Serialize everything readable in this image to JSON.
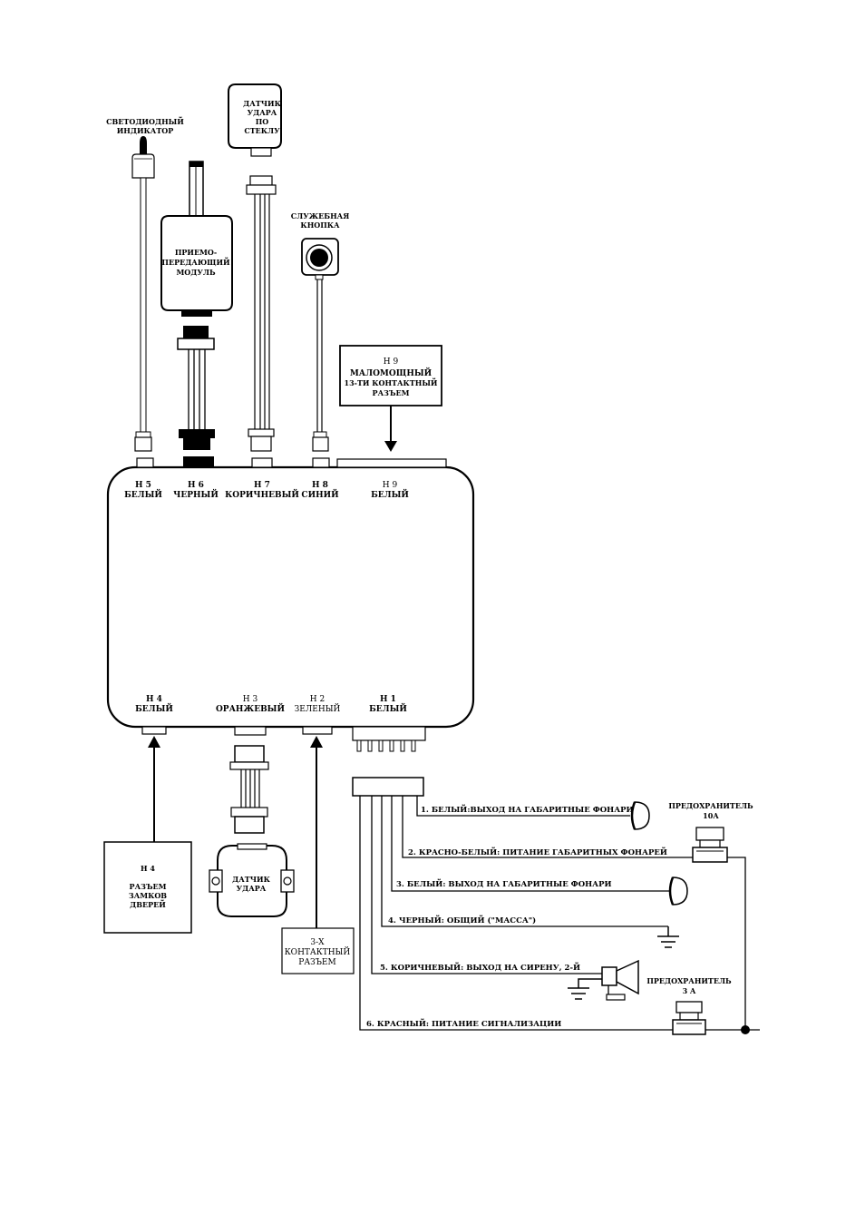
{
  "components": {
    "led": [
      "СВЕТОДИОДНЫЙ",
      "ИНДИКАТОР"
    ],
    "glass_sensor": [
      "ДАТЧИК",
      "УДАРА",
      "ПО",
      "СТЕКЛУ"
    ],
    "service_button": [
      "СЛУЖЕБНАЯ",
      "КНОПКА"
    ],
    "transceiver": [
      "ПРИЕМО-",
      "ПЕРЕДАЮЩИЙ",
      "МОДУЛЬ"
    ],
    "h9_box": [
      "Н 9",
      "МАЛОМОЩНЫЙ",
      "13-ТИ КОНТАКТНЫЙ",
      "РАЗЪЕМ"
    ],
    "h4_box": [
      "Н 4",
      "РАЗЪЕМ",
      "ЗАМКОВ",
      "ДВЕРЕЙ"
    ],
    "shock_sensor": [
      "ДАТЧИК",
      "УДАРА"
    ],
    "three_pin": [
      "3-Х",
      "КОНТАКТНЫЙ",
      "РАЗЪЕМ"
    ],
    "fuse_10a": [
      "ПРЕДОХРАНИТЕЛЬ",
      "10А"
    ],
    "fuse_3a": [
      "ПРЕДОХРАНИТЕЛЬ",
      "3 А"
    ]
  },
  "connectors_top": [
    {
      "id": "Н 5",
      "color": "БЕЛЫЙ"
    },
    {
      "id": "Н 6",
      "color": "ЧЕРНЫЙ"
    },
    {
      "id": "Н 7",
      "color": "КОРИЧНЕВЫЙ"
    },
    {
      "id": "Н 8",
      "color": "СИНИЙ"
    },
    {
      "id": "Н 9",
      "color": "БЕЛЫЙ"
    }
  ],
  "connectors_bottom": [
    {
      "id": "Н 4",
      "color": "БЕЛЫЙ"
    },
    {
      "id": "Н 3",
      "color": "ОРАНЖЕВЫЙ"
    },
    {
      "id": "Н 2",
      "color": "ЗЕЛЕНЫЙ"
    },
    {
      "id": "Н 1",
      "color": "БЕЛЫЙ"
    }
  ],
  "wires": [
    "1. БЕЛЫЙ:ВЫХОД НА ГАБАРИТНЫЕ ФОНАРИ",
    "2. КРАСНО-БЕЛЫЙ: ПИТАНИЕ ГАБАРИТНЫХ ФОНАРЕЙ",
    "3. БЕЛЫЙ: ВЫХОД НА ГАБАРИТНЫЕ ФОНАРИ",
    "4. ЧЕРНЫЙ: ОБЩИЙ (\"МАССА\")",
    "5. КОРИЧНЕВЫЙ: ВЫХОД НА СИРЕНУ, 2-Й",
    "6. КРАСНЫЙ: ПИТАНИЕ СИГНАЛИЗАЦИИ"
  ]
}
